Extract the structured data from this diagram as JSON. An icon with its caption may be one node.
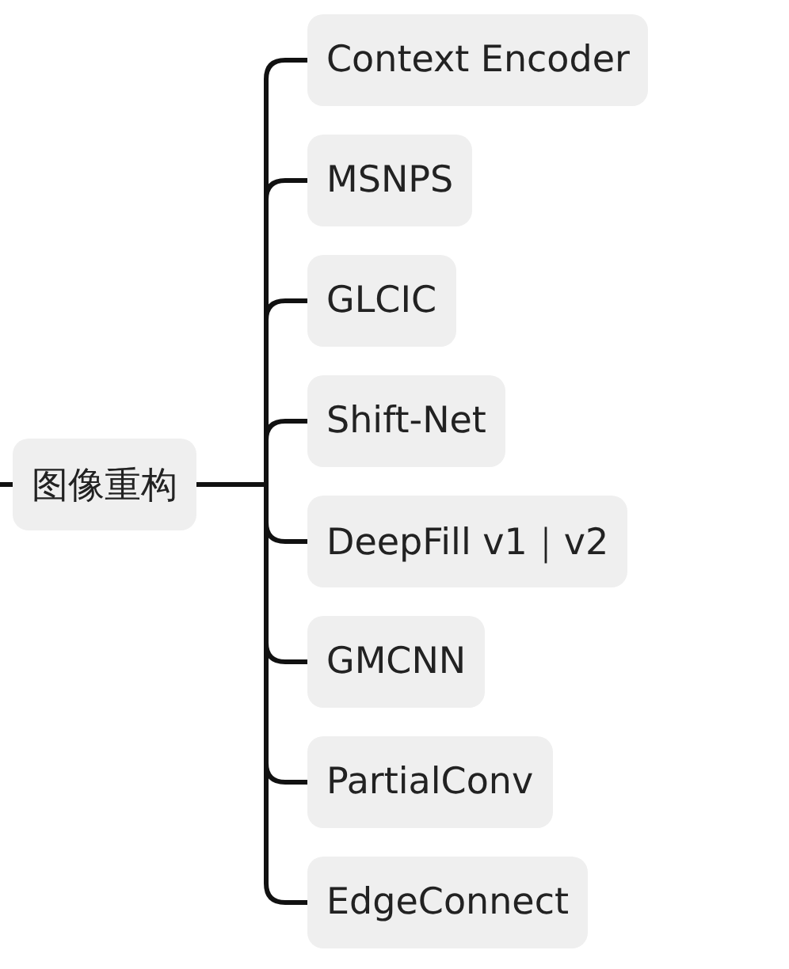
{
  "diagram": {
    "nodes": [
      {
        "text": [
          "图像重构"
        ]
      },
      {
        "text": [
          "Context Encoder"
        ]
      },
      {
        "text": [
          "MSNPS"
        ]
      },
      {
        "text": [
          "GLCIC"
        ]
      },
      {
        "text": [
          "Shift-Net"
        ]
      },
      {
        "text": [
          "DeepFill v1｜v2"
        ]
      },
      {
        "text": [
          "GMCNN"
        ]
      },
      {
        "text": [
          "PartialConv"
        ]
      },
      {
        "text": [
          "EdgeConnect"
        ]
      }
    ],
    "edges": [
      {
        "from": null,
        "to": 0,
        "arrow": "none"
      },
      {
        "from": 0,
        "to": 1,
        "arrow": "none"
      },
      {
        "from": 0,
        "to": 2,
        "arrow": "none"
      },
      {
        "from": 0,
        "to": 3,
        "arrow": "none"
      },
      {
        "from": 0,
        "to": 4,
        "arrow": "none"
      },
      {
        "from": 0,
        "to": 5,
        "arrow": "none"
      },
      {
        "from": 0,
        "to": 6,
        "arrow": "none"
      },
      {
        "from": 0,
        "to": 7,
        "arrow": "none"
      },
      {
        "from": 0,
        "to": 8,
        "arrow": "none"
      }
    ]
  }
}
